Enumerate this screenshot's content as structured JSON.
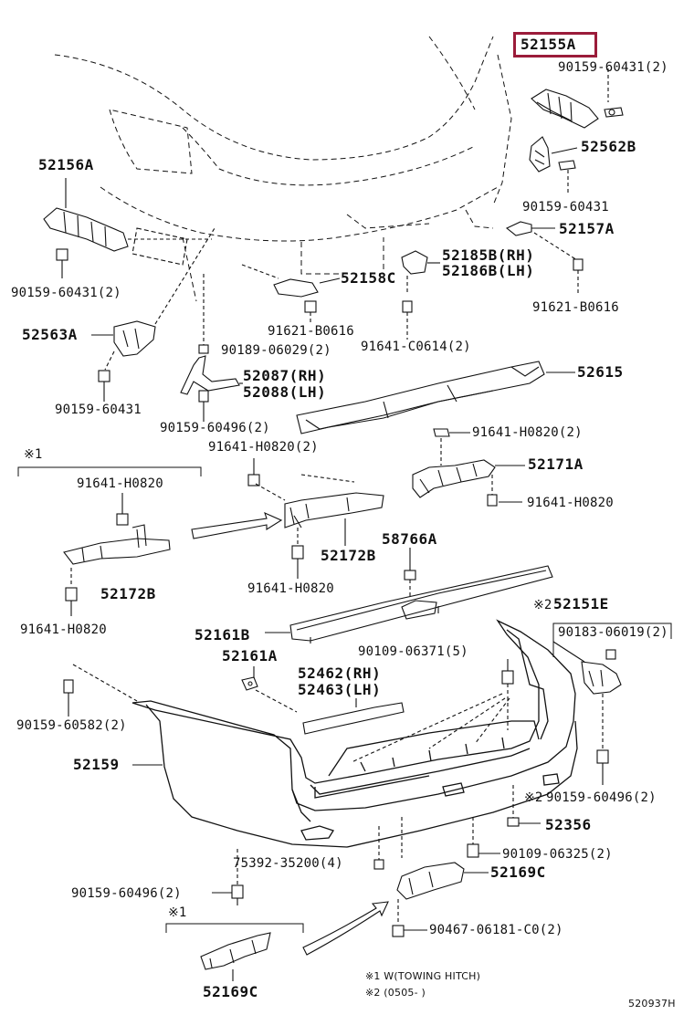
{
  "diagram": {
    "highlight_color": "#9b1c3a",
    "line_color": "#111111",
    "highlighted_part": "52155A",
    "labels": {
      "p52155A": "52155A",
      "p90159_60431_2_top": "90159-60431(2)",
      "p52562B": "52562B",
      "p90159_60431_right": "90159-60431",
      "p52157A": "52157A",
      "p52156A": "52156A",
      "p90159_60431_2_left": "90159-60431(2)",
      "p52185B": "52185B(RH)",
      "p52186B": "52186B(LH)",
      "p52158C": "52158C",
      "p91621_B0616_right": "91621-B0616",
      "p91621_B0616_mid": "91621-B0616",
      "p91641_C0614": "91641-C0614(2)",
      "p52563A": "52563A",
      "p90189_06029": "90189-06029(2)",
      "p52087": "52087(RH)",
      "p52088": "52088(LH)",
      "p52615": "52615",
      "p90159_60431_lower": "90159-60431",
      "p90159_60496_2_a": "90159-60496(2)",
      "p91641_H0820_2_right": "91641-H0820(2)",
      "p91641_H0820_2_mid": "91641-H0820(2)",
      "p52171A": "52171A",
      "p91641_H0820_right": "91641-H0820",
      "note1_mark": "※1",
      "p91641_H0820_left_top": "91641-H0820",
      "p58766A": "58766A",
      "p52172B_mid": "52172B",
      "p52172B_left": "52172B",
      "p91641_H0820_mid_bottom": "91641-H0820",
      "p91641_H0820_left_bottom": "91641-H0820",
      "note2_mark_52151E": "※2",
      "p52151E": "52151E",
      "p90183_06019": "90183-06019(2)",
      "p52161B": "52161B",
      "p90109_06371": "90109-06371(5)",
      "p52161A": "52161A",
      "p52462": "52462(RH)",
      "p52463": "52463(LH)",
      "p90159_60582": "90159-60582(2)",
      "p52159": "52159",
      "note2_mark_60496": "※2",
      "p90159_60496_2_b": "90159-60496(2)",
      "p52356": "52356",
      "p75392_35200": "75392-35200(4)",
      "p90109_06325": "90109-06325(2)",
      "p52169C_right": "52169C",
      "p90159_60496_2_c": "90159-60496(2)",
      "note1_mark_bottom": "※1",
      "p90467_06181": "90467-06181-C0(2)",
      "p52169C_bottom": "52169C"
    },
    "footnotes": {
      "note1": "※1 W(TOWING HITCH)",
      "note2": "※2 (0505-      )",
      "diagram_code": "520937H"
    }
  }
}
